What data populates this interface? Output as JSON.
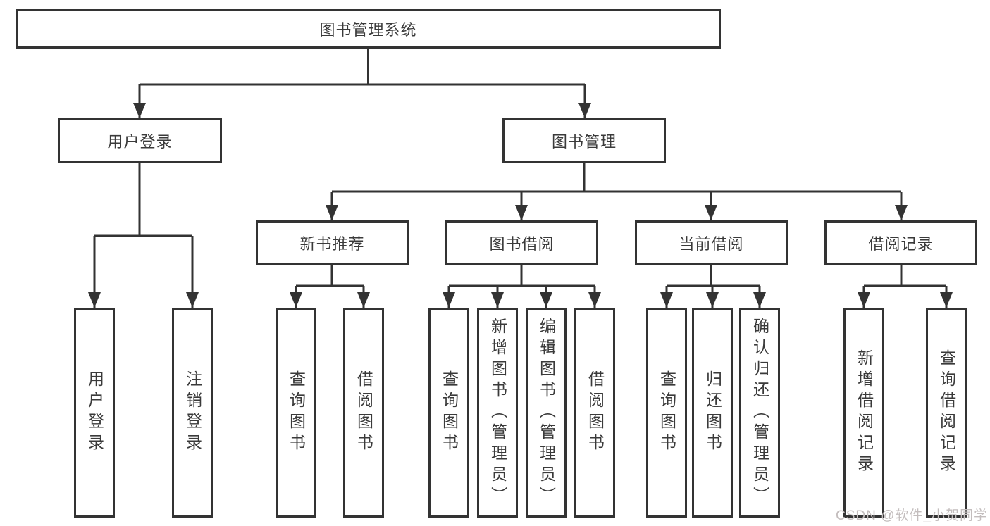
{
  "tree": {
    "root": {
      "label": "图书管理系统"
    },
    "branches": [
      {
        "label": "用户登录",
        "children": [
          {
            "label": "用户登录"
          },
          {
            "label": "注销登录"
          }
        ]
      },
      {
        "label": "图书管理",
        "sections": [
          {
            "label": "新书推荐",
            "children": [
              {
                "label": "查询图书"
              },
              {
                "label": "借阅图书"
              }
            ]
          },
          {
            "label": "图书借阅",
            "children": [
              {
                "label": "查询图书"
              },
              {
                "label": "新增图书（管理员）"
              },
              {
                "label": "编辑图书（管理员）"
              },
              {
                "label": "借阅图书"
              }
            ]
          },
          {
            "label": "当前借阅",
            "children": [
              {
                "label": "查询图书"
              },
              {
                "label": "归还图书"
              },
              {
                "label": "确认归还（管理员）"
              }
            ]
          },
          {
            "label": "借阅记录",
            "children": [
              {
                "label": "新增借阅记录"
              },
              {
                "label": "查询借阅记录"
              }
            ]
          }
        ]
      }
    ]
  },
  "watermark": {
    "text": "CSDN @软件_小贺同学"
  },
  "colors": {
    "line": "#333333",
    "text": "#3a3a3a",
    "background": "#ffffff",
    "watermark": "#c3bdbd"
  }
}
